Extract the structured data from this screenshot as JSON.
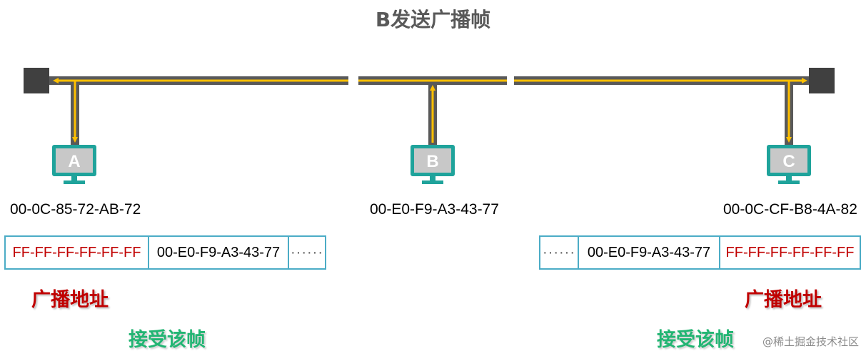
{
  "title": "B发送广播帧",
  "colors": {
    "bus": "#595959",
    "signal": "#ffc000",
    "terminator": "#404040",
    "monitor": "#1fa39b",
    "screen": "#c8c8c8",
    "frame_border": "#4bacc6",
    "broadcast_text": "#c00000",
    "accept_text": "#22b573"
  },
  "hosts": [
    {
      "letter": "A",
      "mac": "00-0C-85-72-AB-72",
      "icon": "monitor-icon"
    },
    {
      "letter": "B",
      "mac": "00-E0-F9-A3-43-77",
      "icon": "monitor-icon"
    },
    {
      "letter": "C",
      "mac": "00-0C-CF-B8-4A-82",
      "icon": "monitor-icon"
    }
  ],
  "frames": {
    "left": {
      "dest": "FF-FF-FF-FF-FF-FF",
      "src": "00-E0-F9-A3-43-77",
      "more": "······"
    },
    "right": {
      "more": "······",
      "src": "00-E0-F9-A3-43-77",
      "dest": "FF-FF-FF-FF-FF-FF"
    }
  },
  "labels": {
    "broadcast_left": "广播地址",
    "broadcast_right": "广播地址",
    "accept_left": "接受该帧",
    "accept_right": "接受该帧"
  },
  "watermark": "@稀土掘金技术社区"
}
